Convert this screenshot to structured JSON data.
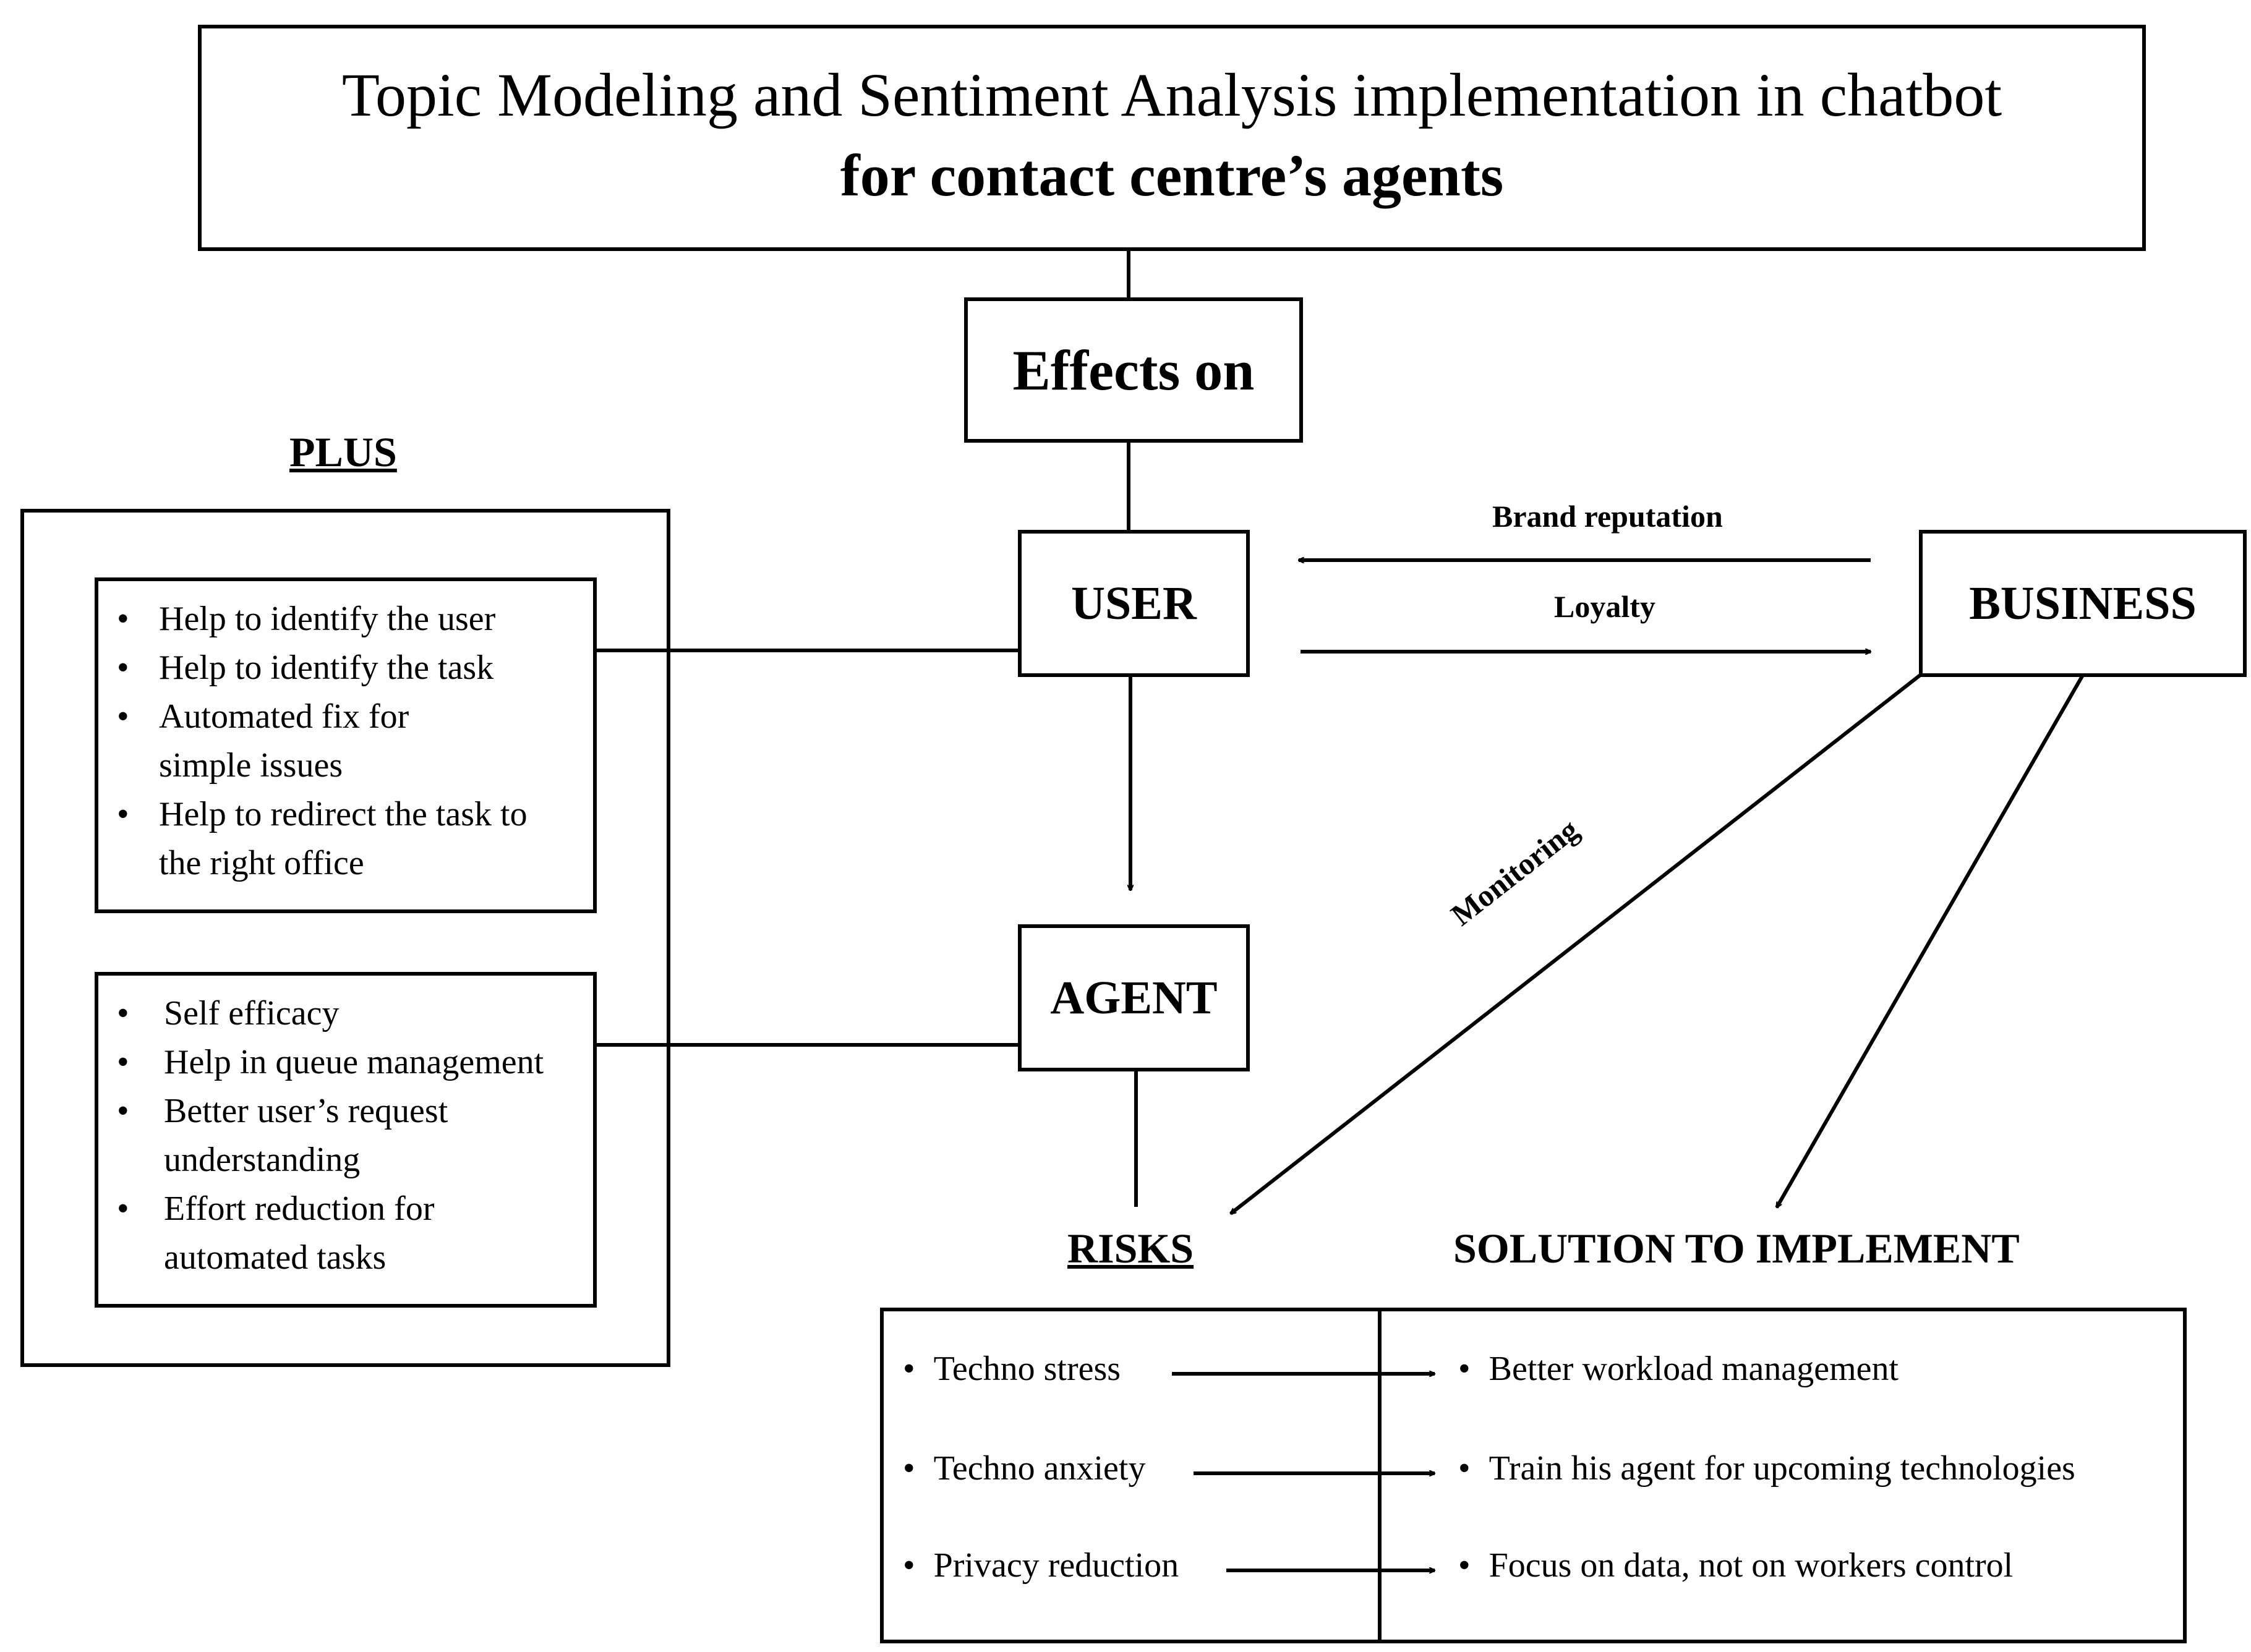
{
  "title": {
    "line1": "Topic Modeling and Sentiment Analysis implementation in chatbot",
    "line2": "for contact centre’s agents"
  },
  "effects_on": "Effects on",
  "plus": {
    "heading": "PLUS",
    "user_benefits": [
      "Help to identify the user",
      "Help to identify the task",
      "Automated fix for simple issues",
      "Help to redirect the task to the right office"
    ],
    "agent_benefits": [
      "Self efficacy",
      "Help in queue management",
      "Better user’s request understanding",
      "Effort reduction for automated tasks"
    ]
  },
  "nodes": {
    "user": "USER",
    "agent": "AGENT",
    "business": "BUSINESS"
  },
  "edges": {
    "brand_reputation": "Brand reputation",
    "loyalty": "Loyalty",
    "monitoring": "Monitoring"
  },
  "risks": {
    "heading": "RISKS",
    "items": [
      "Techno stress",
      "Techno anxiety",
      "Privacy reduction"
    ]
  },
  "solutions": {
    "heading": "SOLUTION TO IMPLEMENT",
    "items": [
      "Better workload management",
      "Train his agent for upcoming technologies",
      "Focus on data, not on workers control"
    ]
  }
}
